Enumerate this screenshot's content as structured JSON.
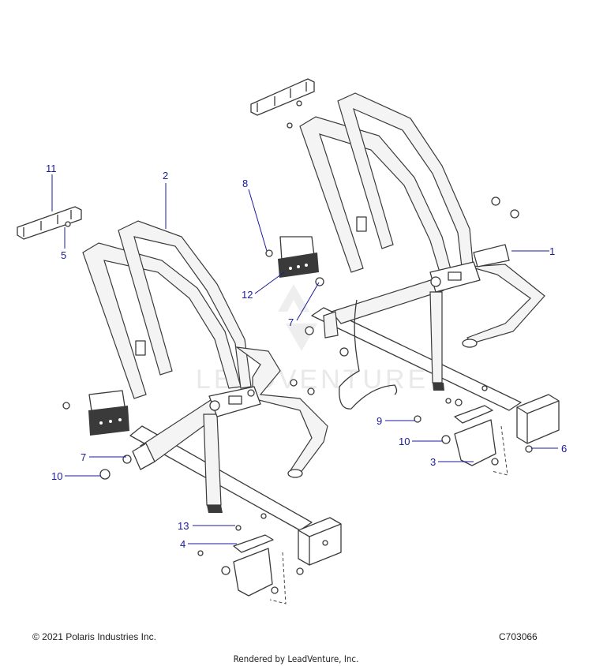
{
  "watermark": "LEADVENTURE",
  "callouts": {
    "c1": "1",
    "c2": "2",
    "c3": "3",
    "c4": "4",
    "c5": "5",
    "c6": "6",
    "c7a": "7",
    "c7b": "7",
    "c8": "8",
    "c9": "9",
    "c10a": "10",
    "c10b": "10",
    "c11": "11",
    "c12": "12",
    "c13": "13"
  },
  "footer": {
    "copyright": "© 2021 Polaris Industries Inc.",
    "drawing_number": "C703066",
    "rendered_by": "Rendered by LeadVenture, Inc."
  },
  "colors": {
    "callout": "#1a1a9c",
    "line": "#3a3a3a"
  }
}
